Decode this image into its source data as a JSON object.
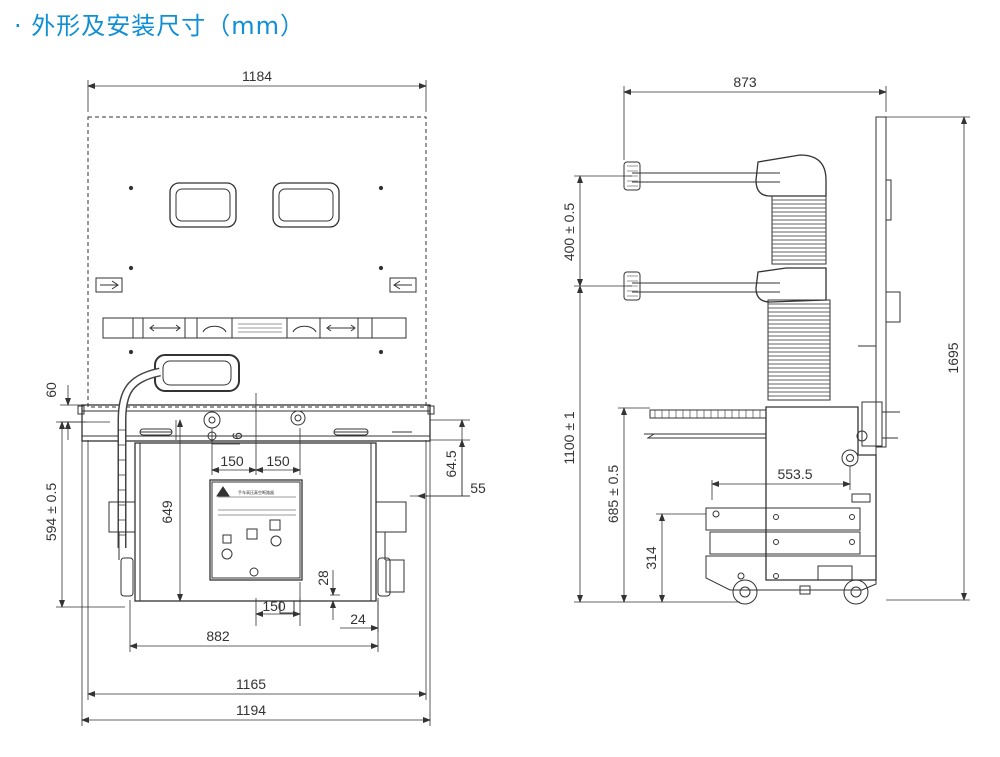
{
  "title": "· 外形及安装尺寸（mm）",
  "front_view": {
    "dims": {
      "top_width": "1184",
      "d60": "60",
      "d6": "6",
      "d150a": "150",
      "d150b": "150",
      "d64_5": "64.5",
      "d55": "55",
      "d594": "594 ± 0.5",
      "d649": "649",
      "d28": "28",
      "d150c": "150",
      "d24": "24",
      "d882": "882",
      "d1165": "1165",
      "d1194": "1194"
    },
    "plate_text": "手车高压真空断路器"
  },
  "side_view": {
    "dims": {
      "top_width": "873",
      "d400": "400 ± 0.5",
      "d1695": "1695",
      "d1100": "1100 ± 1",
      "d553_5": "553.5",
      "d685": "685 ± 0.5",
      "d314": "314"
    }
  }
}
